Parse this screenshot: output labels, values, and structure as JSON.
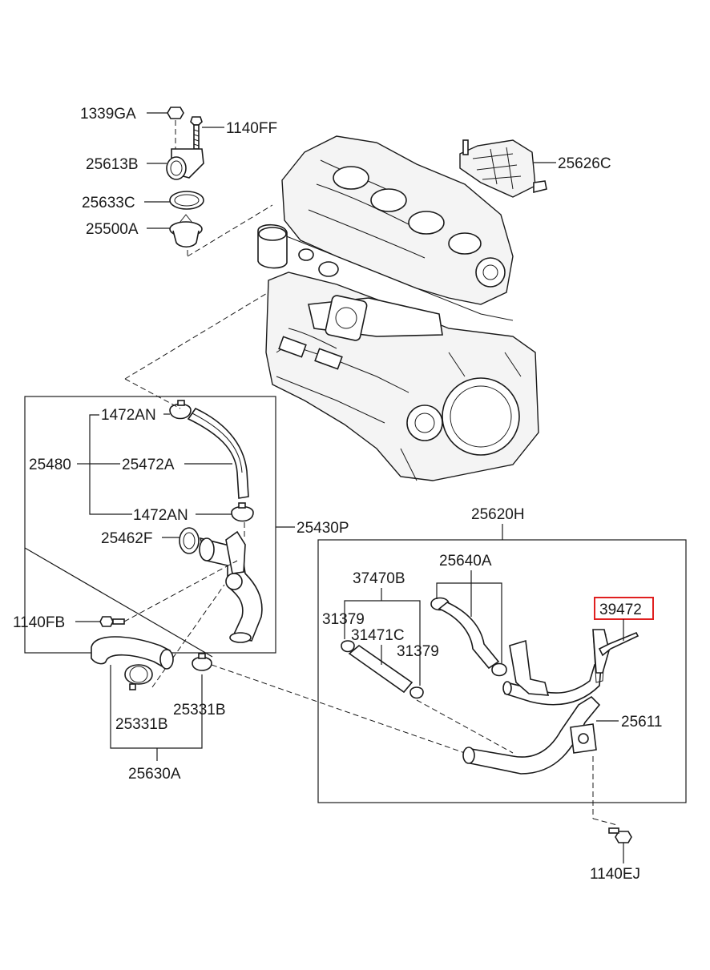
{
  "labels": {
    "p1339GA": "1339GA",
    "p1140FF": "1140FF",
    "p25613B": "25613B",
    "p25633C": "25633C",
    "p25500A": "25500A",
    "p25626C": "25626C",
    "p1472AN_top": "1472AN",
    "p25480": "25480",
    "p25472A": "25472A",
    "p1472AN_bottom": "1472AN",
    "p25430P": "25430P",
    "p25462F": "25462F",
    "p1140FB": "1140FB",
    "p25331B_left": "25331B",
    "p25331B_right": "25331B",
    "p25630A": "25630A",
    "p25620H": "25620H",
    "p25640A": "25640A",
    "p37470B": "37470B",
    "p31379_left": "31379",
    "p31471C": "31471C",
    "p31379_right": "31379",
    "p39472": "39472",
    "p25611": "25611",
    "p1140EJ": "1140EJ"
  },
  "highlight_color": "#e02020"
}
